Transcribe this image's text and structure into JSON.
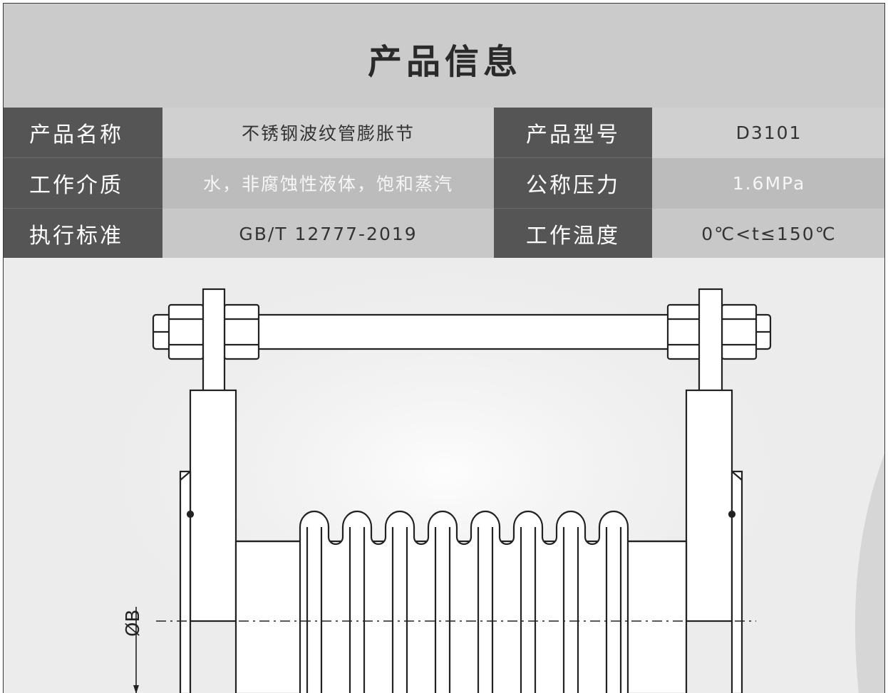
{
  "header": {
    "title": "产品信息"
  },
  "specs": [
    {
      "label1": "产品名称",
      "value1": "不锈钢波纹管膨胀节",
      "label2": "产品型号",
      "value2": "D3101"
    },
    {
      "label1": "工作介质",
      "value1": "水，非腐蚀性液体，饱和蒸汽",
      "label2": "公称压力",
      "value2": "1.6MPa"
    },
    {
      "label1": "执行标准",
      "value1": "GB/T 12777-2019",
      "label2": "工作温度",
      "value2": "0℃<t≤150℃"
    }
  ],
  "drawing": {
    "dimension_label": "ØB"
  },
  "colors": {
    "header_bg": "#cbcbcb",
    "label_bg": "#555555",
    "drawing_bg": "#ececec",
    "line": "#222222"
  }
}
